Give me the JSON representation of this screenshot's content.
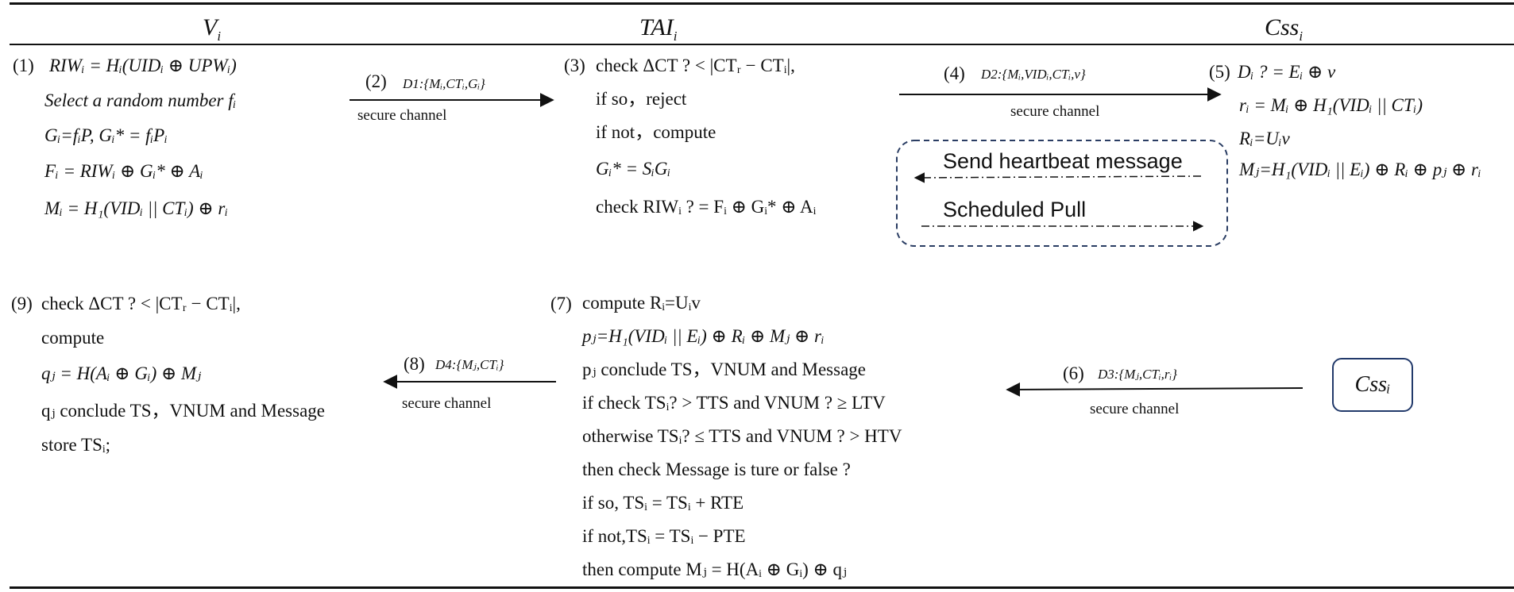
{
  "headers": {
    "v": "V",
    "v_sub": "i",
    "tai": "TAI",
    "tai_sub": "i",
    "css": "Css",
    "css_sub": "i"
  },
  "step1": {
    "num": "(1)",
    "lines": [
      "RIWᵢ = Hᵢ(UIDᵢ ⊕ UPWᵢ)",
      "Select a random number fᵢ",
      "Gᵢ=fᵢP, Gᵢ* = fᵢPᵢ",
      "Fᵢ = RIWᵢ ⊕ Gᵢ* ⊕ Aᵢ",
      "Mᵢ = H₁(VIDᵢ || CTᵢ) ⊕ rᵢ"
    ]
  },
  "step2": {
    "num": "(2)",
    "msg": "D1:{Mᵢ,CTᵢ,Gᵢ}",
    "channel": "secure channel"
  },
  "step3": {
    "num": "(3)",
    "lines": [
      "check ΔCT ? < |CTᵣ − CTᵢ|,",
      "if so，reject",
      "if not，compute",
      "Gᵢ* = SᵢGᵢ",
      "check RIWᵢ ? = Fᵢ ⊕ Gᵢ* ⊕ Aᵢ"
    ]
  },
  "step4": {
    "num": "(4)",
    "msg": "D2:{Mᵢ,VIDᵢ,CTᵢ,v}",
    "channel": "secure channel"
  },
  "heartbeat": {
    "send": "Send heartbeat message",
    "pull": "Scheduled Pull"
  },
  "step5": {
    "num": "(5)",
    "lines": [
      "Dᵢ ? = Eᵢ ⊕ v",
      "rᵢ = Mᵢ ⊕ H₁(VIDᵢ || CTᵢ)",
      "Rᵢ=Uᵢv",
      "Mⱼ=H₁(VIDᵢ || Eᵢ) ⊕ Rᵢ ⊕ pⱼ ⊕ rᵢ"
    ]
  },
  "step6": {
    "num": "(6)",
    "msg": "D3:{Mⱼ,CTᵢ,rᵢ}",
    "channel": "secure channel",
    "box": "Cssᵢ"
  },
  "step7": {
    "num": "(7)",
    "lines": [
      "compute Rᵢ=Uᵢv",
      "pⱼ=H₁(VIDᵢ || Eᵢ) ⊕ Rᵢ ⊕ Mⱼ ⊕ rᵢ",
      "pⱼ conclude TS，VNUM and Message",
      "if check TSᵢ? > TTS and VNUM ? ≥ LTV",
      "otherwise TSᵢ? ≤ TTS and VNUM ? > HTV",
      "then check Message is ture or false ?",
      "if so, TSᵢ = TSᵢ + RTE",
      "if not,TSᵢ = TSᵢ − PTE",
      "then compute Mⱼ = H(Aᵢ ⊕ Gᵢ) ⊕ qⱼ"
    ]
  },
  "step8": {
    "num": "(8)",
    "msg": "D4:{Mⱼ,CTᵢ}",
    "channel": "secure channel"
  },
  "step9": {
    "num": "(9)",
    "lines": [
      "check ΔCT ? < |CTᵣ − CTᵢ|,",
      "compute",
      "qⱼ = H(Aᵢ ⊕ Gᵢ) ⊕ Mⱼ",
      "qⱼ conclude TS，VNUM and Message",
      "store TSᵢ;"
    ]
  }
}
